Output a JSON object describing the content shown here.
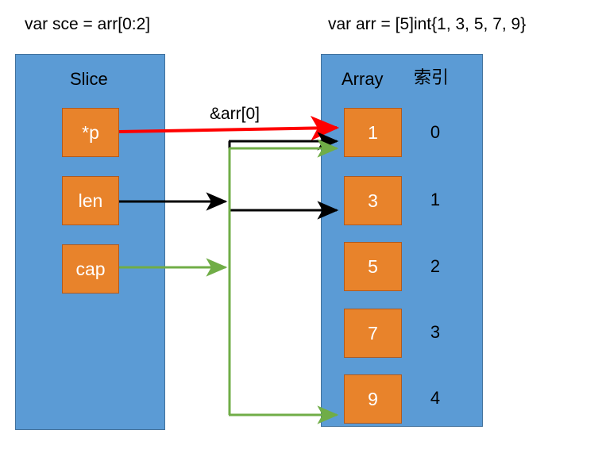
{
  "captions": {
    "slice_decl": "var sce = arr[0:2]",
    "array_decl": "var arr = [5]int{1, 3, 5, 7, 9}"
  },
  "slice_panel": {
    "title": "Slice",
    "fields": [
      {
        "label": "*p",
        "name": "pointer"
      },
      {
        "label": "len",
        "name": "length"
      },
      {
        "label": "cap",
        "name": "capacity"
      }
    ]
  },
  "array_panel": {
    "title": "Array",
    "index_title": "索引",
    "cells": [
      {
        "value": "1",
        "index": "0"
      },
      {
        "value": "3",
        "index": "1"
      },
      {
        "value": "5",
        "index": "2"
      },
      {
        "value": "7",
        "index": "3"
      },
      {
        "value": "9",
        "index": "4"
      }
    ]
  },
  "annotations": {
    "pointer_target": "&arr[0]"
  },
  "colors": {
    "panel_fill": "#5B9BD5",
    "panel_border": "#41719C",
    "cell_fill": "#E8832B",
    "cell_border": "#AE5A21",
    "cell_text": "#FFFFFF",
    "pointer_arrow": "#FF0000",
    "len_arrow": "#000000",
    "cap_arrow": "#70AD47",
    "background": "#FFFFFF"
  },
  "arrows": [
    {
      "name": "pointer-arrow",
      "color": "#FF0000",
      "from": "*p",
      "to": "array-cell-0"
    },
    {
      "name": "len-arrow",
      "color": "#000000",
      "from": "len",
      "to": "array-cell-0 and array-cell-1"
    },
    {
      "name": "cap-arrow",
      "color": "#70AD47",
      "from": "cap",
      "to": "array-cell-0 and array-cell-4"
    }
  ]
}
